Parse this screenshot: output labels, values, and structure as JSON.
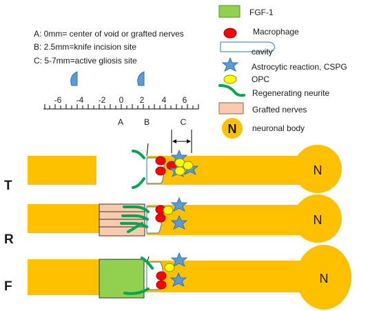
{
  "colors": {
    "axon": "#FFC000",
    "fgf1": "#92D050",
    "macrophage": "#FF0000",
    "opc": "#FFFF00",
    "astrocyte": "#5B9BD5",
    "neurite": "#00A651",
    "grafted_nerves": "#F8CBAD",
    "cavity": "#2E75B6"
  },
  "annotations": [
    "A: 0mm= center of void or grafted nerves",
    "B: 2.5mm=knife incision site",
    "C: 5-7mm=active gliosis site"
  ],
  "scale": {
    "ticks": [
      "-6",
      "-4",
      "-2",
      "0",
      "2",
      "4",
      "6"
    ],
    "markers": [
      "A",
      "B",
      "C"
    ]
  },
  "legend": {
    "fgf1": "FGF-1",
    "macrophage": "Macrophage",
    "cavity": "cavity",
    "astrocyte": "Astrocytic reaction, CSPG",
    "opc": "OPC",
    "neurite": "Regenerating neurite",
    "grafted": "Grafted nerves",
    "neuron_symbol": "N",
    "neuron": "neuronal body"
  },
  "rows": [
    {
      "label": "T",
      "neuron": "N"
    },
    {
      "label": "R",
      "neuron": "N"
    },
    {
      "label": "F",
      "neuron": "N"
    }
  ]
}
